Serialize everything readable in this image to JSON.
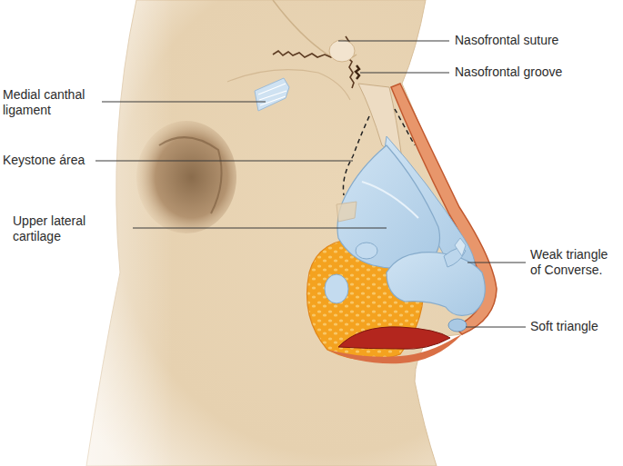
{
  "diagram": {
    "labels": [
      "Nasofrontal suture",
      "Nasofrontal groove",
      "Medial canthal ligament",
      "Keystone área",
      "Upper lateral cartilage",
      "Weak triangle of Converse.",
      "Soft triangle"
    ]
  }
}
